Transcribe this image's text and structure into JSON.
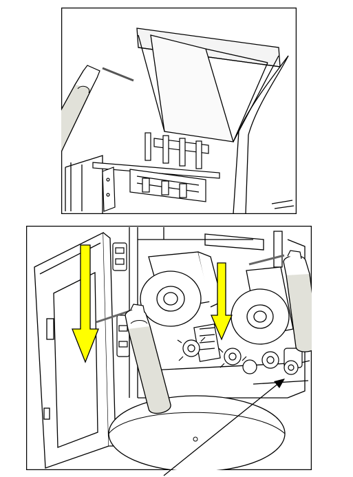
{
  "figure": {
    "panels": [
      {
        "id": "top",
        "subject": "hopper"
      },
      {
        "id": "bottom",
        "subject": "cutter rollers"
      }
    ],
    "colors": {
      "arrow_fill": "#ffff00",
      "can_body": "#e1e1d9",
      "line": "#000000",
      "background": "#ffffff"
    },
    "icons": [
      "compressed-air-can-icon",
      "down-arrow-icon",
      "pointer-arrow-icon"
    ]
  }
}
